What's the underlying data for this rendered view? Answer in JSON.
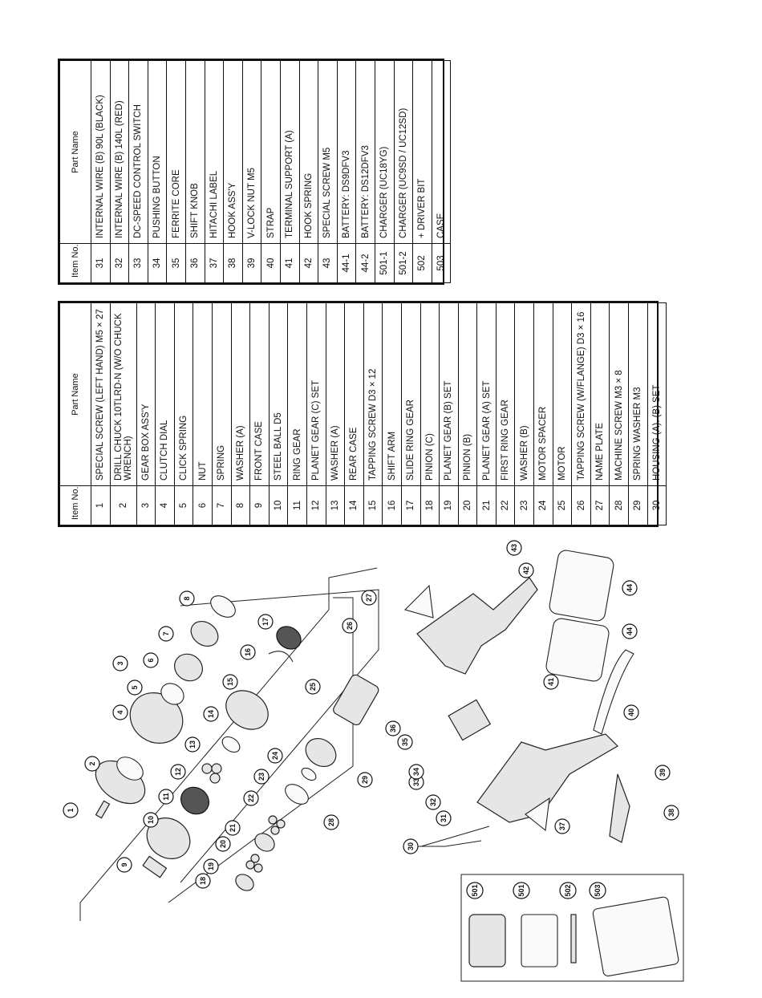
{
  "headers": {
    "item_no": "Item No.",
    "part_name": "Part Name"
  },
  "parts_left": [
    {
      "no": "1",
      "name": "SPECIAL SCREW (LEFT HAND) M5 × 27"
    },
    {
      "no": "2",
      "name": "DRILL CHUCK 10TLRD-N (W/O CHUCK WRENCH)"
    },
    {
      "no": "3",
      "name": "GEAR BOX ASS'Y"
    },
    {
      "no": "4",
      "name": "CLUTCH DIAL"
    },
    {
      "no": "5",
      "name": "CLICK SPRING"
    },
    {
      "no": "6",
      "name": "NUT"
    },
    {
      "no": "7",
      "name": "SPRING"
    },
    {
      "no": "8",
      "name": "WASHER (A)"
    },
    {
      "no": "9",
      "name": "FRONT CASE"
    },
    {
      "no": "10",
      "name": "STEEL BALL D5"
    },
    {
      "no": "11",
      "name": "RING GEAR"
    },
    {
      "no": "12",
      "name": "PLANET GEAR (C) SET"
    },
    {
      "no": "13",
      "name": "WASHER (A)"
    },
    {
      "no": "14",
      "name": "REAR CASE"
    },
    {
      "no": "15",
      "name": "TAPPING SCREW D3 × 12"
    },
    {
      "no": "16",
      "name": "SHIFT ARM"
    },
    {
      "no": "17",
      "name": "SLIDE RING GEAR"
    },
    {
      "no": "18",
      "name": "PINION (C)"
    },
    {
      "no": "19",
      "name": "PLANET GEAR (B) SET"
    },
    {
      "no": "20",
      "name": "PINION (B)"
    },
    {
      "no": "21",
      "name": "PLANET GEAR (A) SET"
    },
    {
      "no": "22",
      "name": "FIRST RING GEAR"
    },
    {
      "no": "23",
      "name": "WASHER (B)"
    },
    {
      "no": "24",
      "name": "MOTOR SPACER"
    },
    {
      "no": "25",
      "name": "MOTOR"
    },
    {
      "no": "26",
      "name": "TAPPING SCREW (W/FLANGE) D3 × 16"
    },
    {
      "no": "27",
      "name": "NAME PLATE"
    },
    {
      "no": "28",
      "name": "MACHINE SCREW M3 × 8"
    },
    {
      "no": "29",
      "name": "SPRING WASHER M3"
    },
    {
      "no": "30",
      "name": "HOUSING (A). (B) SET"
    }
  ],
  "parts_right": [
    {
      "no": "31",
      "name": "INTERNAL WIRE (B) 90L (BLACK)"
    },
    {
      "no": "32",
      "name": "INTERNAL WIRE (B) 140L (RED)"
    },
    {
      "no": "33",
      "name": "DC-SPEED CONTROL SWITCH"
    },
    {
      "no": "34",
      "name": "PUSHING BUTTON"
    },
    {
      "no": "35",
      "name": "FERRITE CORE"
    },
    {
      "no": "36",
      "name": "SHIFT KNOB"
    },
    {
      "no": "37",
      "name": "HITACHI LABEL"
    },
    {
      "no": "38",
      "name": "HOOK ASS'Y"
    },
    {
      "no": "39",
      "name": "V-LOCK NUT M5"
    },
    {
      "no": "40",
      "name": "STRAP"
    },
    {
      "no": "41",
      "name": "TERMINAL SUPPORT (A)"
    },
    {
      "no": "42",
      "name": "HOOK SPRING"
    },
    {
      "no": "43",
      "name": "SPECIAL SCREW M5"
    },
    {
      "no": "44-1",
      "name": "BATTERY: DS9DFV3"
    },
    {
      "no": "44-2",
      "name": "BATTERY: DS12DFV3"
    },
    {
      "no": "501-1",
      "name": "CHARGER (UC18YG)"
    },
    {
      "no": "501-2",
      "name": "CHARGER (UC9SD / UC12SD)"
    },
    {
      "no": "502",
      "name": "+ DRIVER BIT"
    },
    {
      "no": "503",
      "name": "CASE"
    }
  ],
  "callouts": [
    "1",
    "2",
    "3",
    "4",
    "5",
    "6",
    "7",
    "8",
    "9",
    "10",
    "11",
    "12",
    "13",
    "14",
    "15",
    "16",
    "17",
    "18",
    "19",
    "20",
    "21",
    "22",
    "23",
    "24",
    "25",
    "26",
    "27",
    "28",
    "29",
    "30",
    "31",
    "32",
    "33",
    "34",
    "35",
    "36",
    "37",
    "38",
    "39",
    "40",
    "41",
    "42",
    "43",
    "44",
    "44",
    "501",
    "501",
    "502",
    "503"
  ]
}
